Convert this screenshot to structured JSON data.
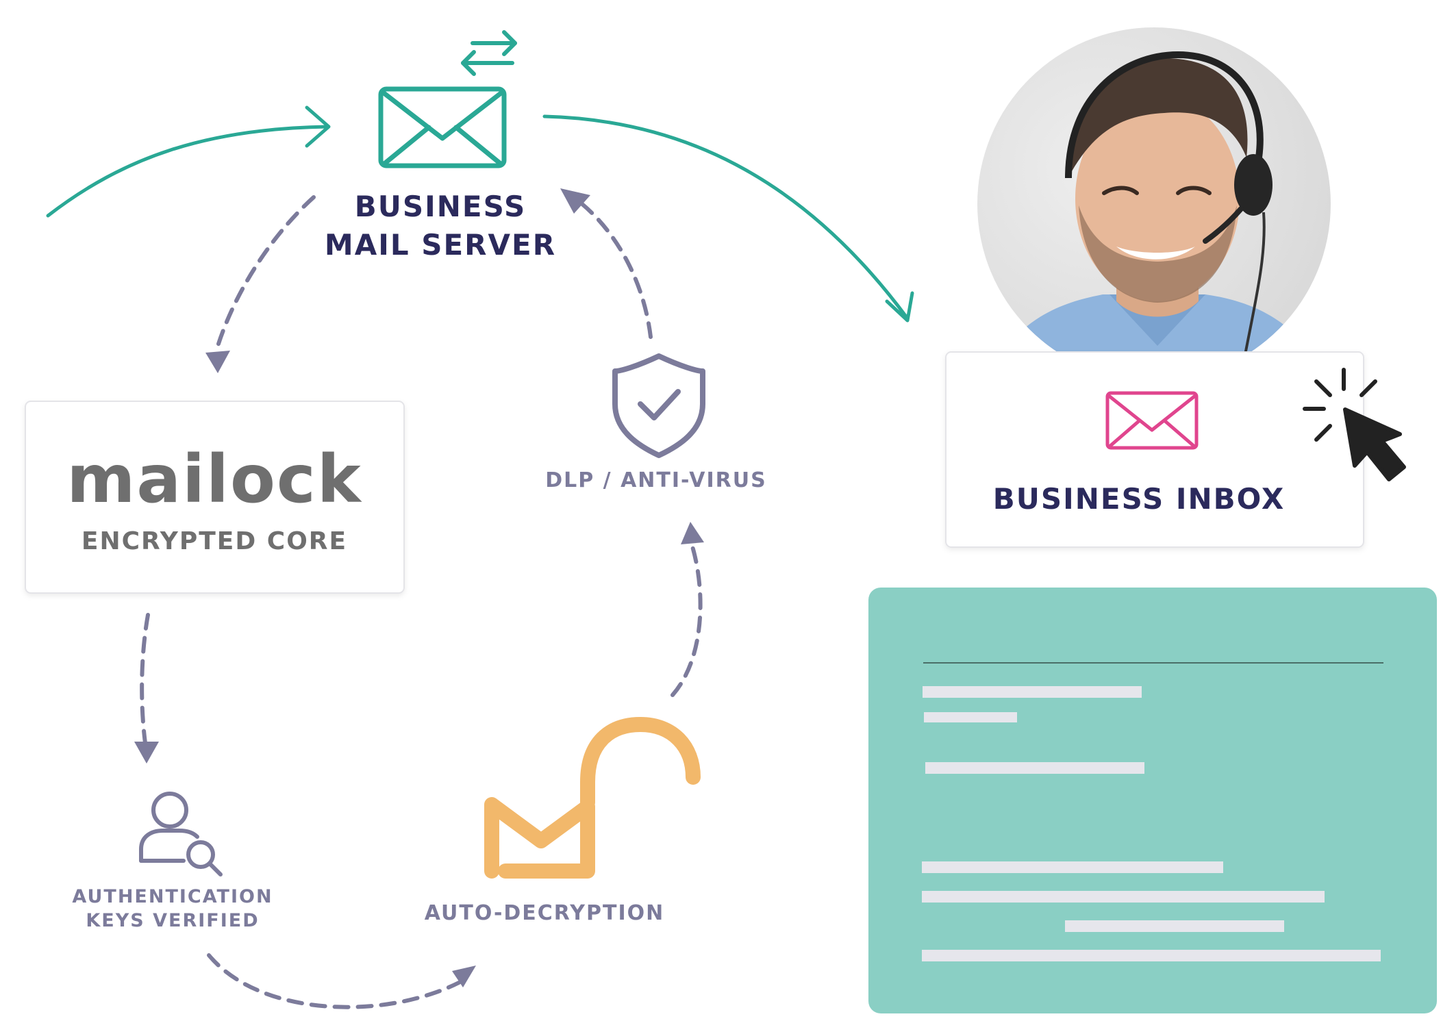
{
  "nodes": {
    "mail_server": {
      "line1": "BUSINESS",
      "line2": "MAIL SERVER"
    },
    "mailock_core": {
      "brand": "mailock",
      "subtitle": "ENCRYPTED CORE"
    },
    "dlp": {
      "label": "DLP / ANTI-VIRUS"
    },
    "auth": {
      "line1": "AUTHENTICATION",
      "line2": "KEYS VERIFIED"
    },
    "decryption": {
      "label": "AUTO-DECRYPTION"
    },
    "inbox": {
      "label": "BUSINESS INBOX"
    }
  },
  "colors": {
    "teal": "#2aa895",
    "navy": "#2b2a5c",
    "grey_purple": "#7c7b9b",
    "orange": "#f2b86b",
    "pink": "#e0458e",
    "panel_teal": "#8acfc4",
    "panel_line": "#e6e6ec"
  },
  "icons": {
    "mail_server": "envelope-icon",
    "sync": "sync-arrows-icon",
    "dlp": "shield-check-icon",
    "auth": "user-search-icon",
    "decryption": "open-lock-m-icon",
    "inbox": "envelope-icon",
    "click": "cursor-click-icon"
  }
}
